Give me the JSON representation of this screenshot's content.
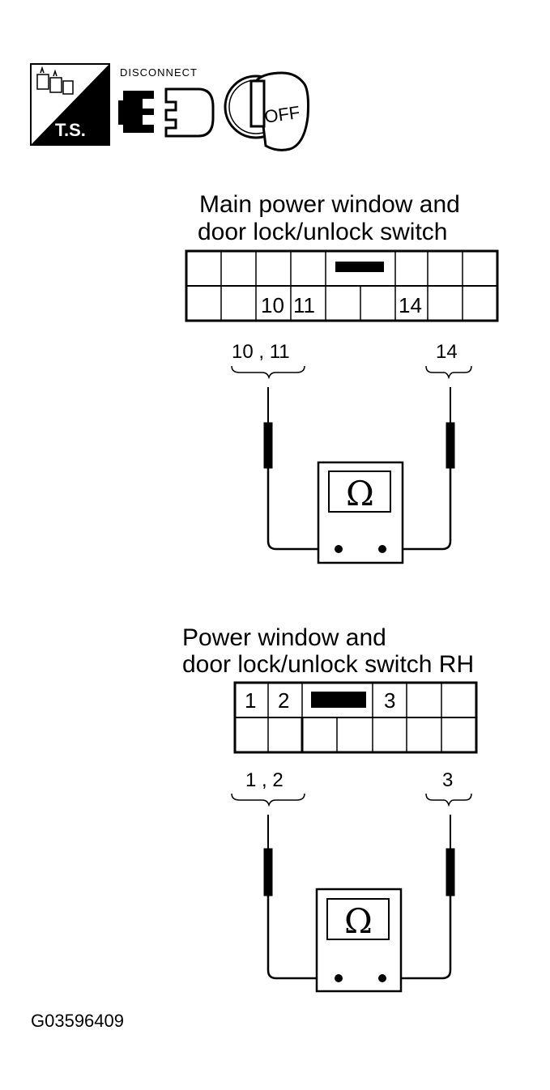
{
  "header_icons": {
    "ts_label": "T.S.",
    "disconnect_label": "DISCONNECT",
    "ignition_label": "OFF"
  },
  "connectors": [
    {
      "title_line1": "Main power window and",
      "title_line2": "door lock/unlock switch",
      "pins_row2": [
        "",
        "",
        "10",
        "11",
        "",
        "",
        "14",
        "",
        ""
      ],
      "probe_left_label": "10 , 11",
      "probe_right_label": "14",
      "meter_symbol": "Ω"
    },
    {
      "title_line1": "Power window and",
      "title_line2": "door lock/unlock switch RH",
      "pins_row1": [
        "1",
        "2",
        "",
        "3",
        "",
        ""
      ],
      "probe_left_label": "1 , 2",
      "probe_right_label": "3",
      "meter_symbol": "Ω"
    }
  ],
  "figure_code": "G03596409"
}
